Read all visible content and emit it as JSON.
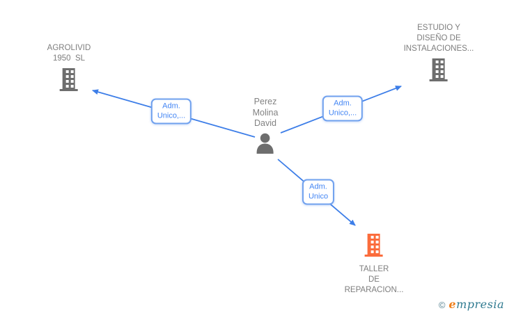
{
  "diagram": {
    "person": {
      "name": "Perez\nMolina\nDavid"
    },
    "companies": [
      {
        "name": "AGROLIVID\n1950  SL",
        "highlighted": false
      },
      {
        "name": "ESTUDIO Y\nDISEÑO DE\nINSTALACIONES...",
        "highlighted": false
      },
      {
        "name": "TALLER\nDE\nREPARACION...",
        "highlighted": true
      }
    ],
    "edges": [
      {
        "label": "Adm.\nUnico,..."
      },
      {
        "label": "Adm.\nUnico,..."
      },
      {
        "label": "Adm.\nUnico"
      }
    ]
  },
  "colors": {
    "edge_blue": "#3d7ee8",
    "edge_label_text": "#4285f4",
    "edge_label_border": "#70a1ee",
    "node_gray": "#6e6e6e",
    "text_gray": "#7d7d7d",
    "highlight_orange": "#fb6c3c",
    "watermark_teal": "#2f7a90",
    "watermark_orange": "#ef7f1a"
  },
  "watermark": {
    "copyright_symbol": "©",
    "brand_initial": "e",
    "brand_rest": "mpresia"
  }
}
